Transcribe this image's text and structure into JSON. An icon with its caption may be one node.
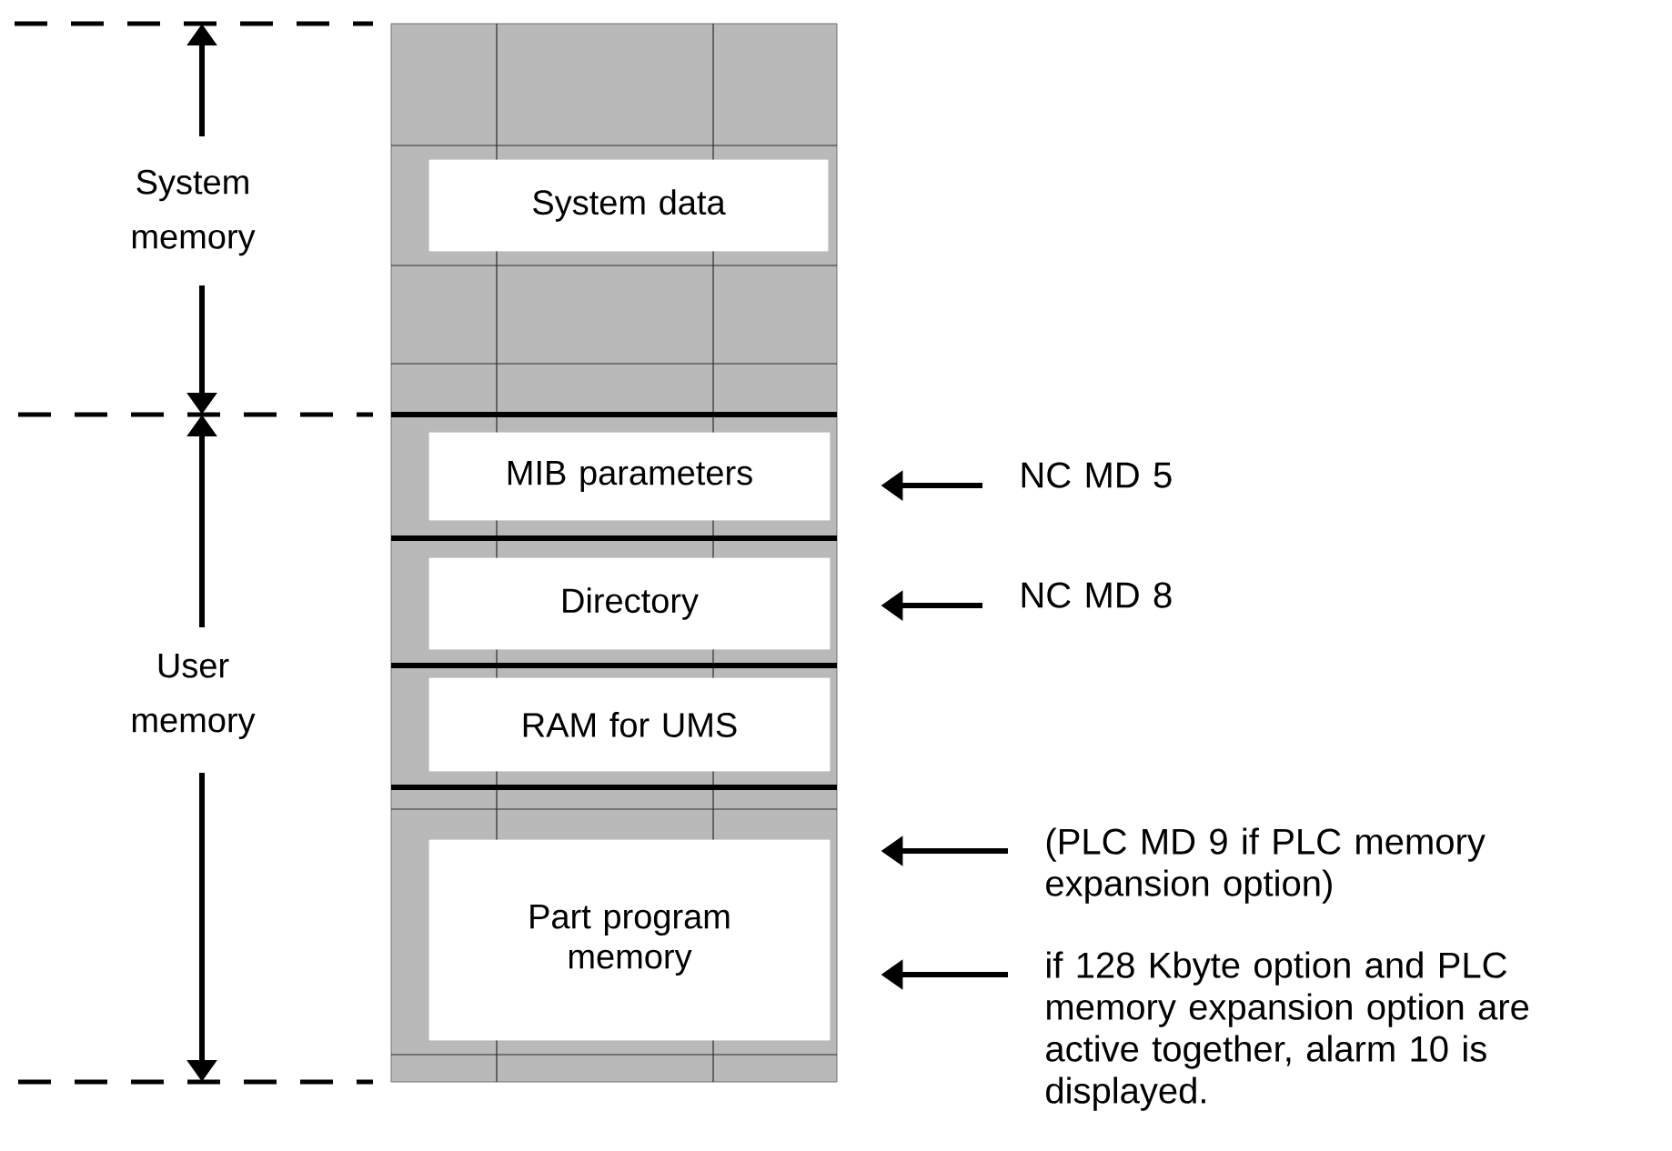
{
  "diagram": {
    "nodes": [
      {
        "text": [],
        "shape": "box"
      },
      {
        "text": [
          "System data"
        ],
        "in": 0
      },
      {
        "text": [
          "MIB parameters"
        ],
        "in": 0
      },
      {
        "text": [
          "Directory"
        ],
        "in": 0
      },
      {
        "text": [
          "RAM for UMS"
        ],
        "in": 0
      },
      {
        "text": [
          "Part program memory"
        ],
        "in": 0
      },
      {
        "text": [
          "NC MD 5"
        ]
      },
      {
        "text": [
          "NC MD 8"
        ]
      },
      {
        "text": [
          "(PLC MD 9 if PLC memory expansion option)"
        ]
      },
      {
        "text": [
          "if 128 Kbyte option and PLC memory expansion option are active together, alarm 10 is displayed."
        ]
      }
    ],
    "edges": [
      {
        "from": 6,
        "to": 2,
        "arrow": "to"
      },
      {
        "from": 7,
        "to": 3,
        "arrow": "to"
      },
      {
        "from": 8,
        "to": 5,
        "arrow": "to"
      },
      {
        "from": 9,
        "to": 5,
        "arrow": "to"
      }
    ],
    "labels": [
      "System memory",
      "User memory"
    ]
  }
}
